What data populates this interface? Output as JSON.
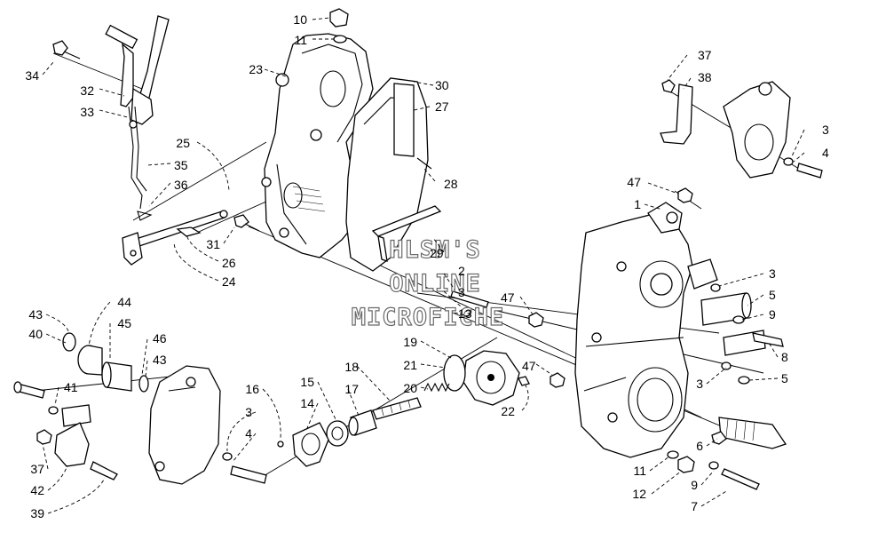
{
  "watermark": {
    "line1": "HLSM'S",
    "line2": "ONLINE",
    "line3": "MICROFICHE"
  },
  "callouts": [
    {
      "text": "10"
    },
    {
      "text": "11"
    },
    {
      "text": "23"
    },
    {
      "text": "30"
    },
    {
      "text": "27"
    },
    {
      "text": "28"
    },
    {
      "text": "34"
    },
    {
      "text": "32"
    },
    {
      "text": "33"
    },
    {
      "text": "25"
    },
    {
      "text": "35"
    },
    {
      "text": "36"
    },
    {
      "text": "31"
    },
    {
      "text": "26"
    },
    {
      "text": "24"
    },
    {
      "text": "29"
    },
    {
      "text": "2"
    },
    {
      "text": "3"
    },
    {
      "text": "13"
    },
    {
      "text": "47"
    },
    {
      "text": "19"
    },
    {
      "text": "21"
    },
    {
      "text": "47"
    },
    {
      "text": "20"
    },
    {
      "text": "22"
    },
    {
      "text": "18"
    },
    {
      "text": "17"
    },
    {
      "text": "15"
    },
    {
      "text": "14"
    },
    {
      "text": "16"
    },
    {
      "text": "3"
    },
    {
      "text": "4"
    },
    {
      "text": "44"
    },
    {
      "text": "45"
    },
    {
      "text": "43"
    },
    {
      "text": "40"
    },
    {
      "text": "46"
    },
    {
      "text": "43"
    },
    {
      "text": "41"
    },
    {
      "text": "37"
    },
    {
      "text": "42"
    },
    {
      "text": "39"
    },
    {
      "text": "37"
    },
    {
      "text": "38"
    },
    {
      "text": "3"
    },
    {
      "text": "4"
    },
    {
      "text": "47"
    },
    {
      "text": "1"
    },
    {
      "text": "3"
    },
    {
      "text": "5"
    },
    {
      "text": "9"
    },
    {
      "text": "8"
    },
    {
      "text": "3"
    },
    {
      "text": "5"
    },
    {
      "text": "6"
    },
    {
      "text": "11"
    },
    {
      "text": "12"
    },
    {
      "text": "9"
    },
    {
      "text": "7"
    }
  ]
}
